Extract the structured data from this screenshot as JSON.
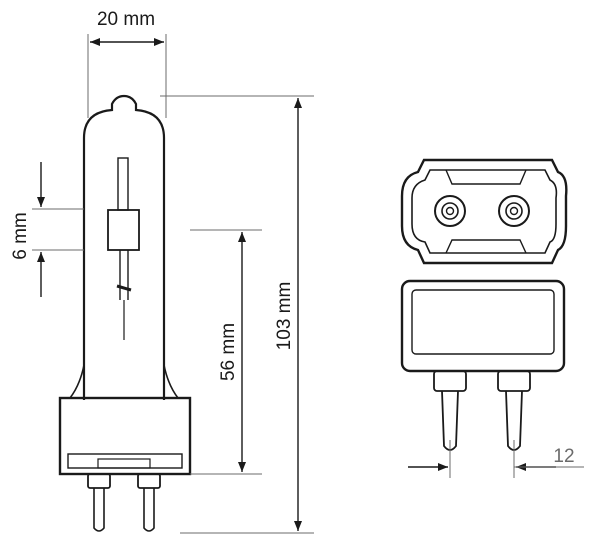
{
  "dimensions": {
    "width_label": "20 mm",
    "burner_label": "6 mm",
    "arc_label": "56 mm",
    "total_label": "103 mm",
    "pin_pitch_label": "12"
  },
  "colors": {
    "line": "#1a1a1a",
    "dim_line": "#6b6b6b",
    "background": "#ffffff"
  },
  "icons": [
    "lamp-side-view",
    "lamp-base-top-view",
    "lamp-base-front-view"
  ]
}
